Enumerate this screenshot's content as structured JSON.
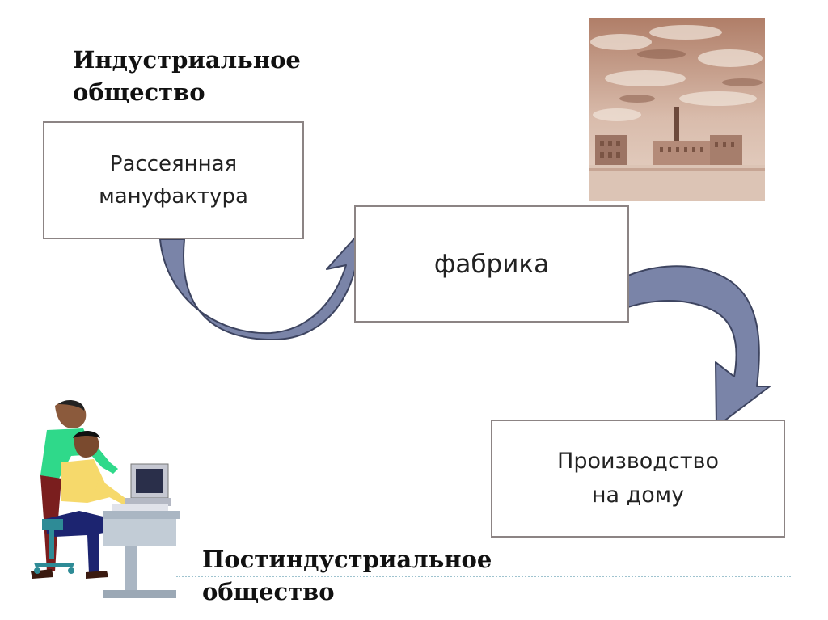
{
  "headings": {
    "industrial": [
      "Индустриальное",
      "общество"
    ],
    "postindustrial": [
      "Постиндустриальное",
      "общество"
    ]
  },
  "boxes": {
    "manufactory": [
      "Рассеянная",
      "мануфактура"
    ],
    "factory": "фабрика",
    "home_production": [
      "Производство",
      "на дому"
    ]
  },
  "colors": {
    "arrow_fill": "#7a84a8",
    "arrow_stroke": "#3d4460",
    "box_border": "#8c8484",
    "photo_sepia": "#c7a592",
    "divider": "#9fc3cf"
  },
  "images": {
    "factory_photo": "sepia-factory-engraving",
    "people_clipart": "office-workers-computer-clipart"
  }
}
